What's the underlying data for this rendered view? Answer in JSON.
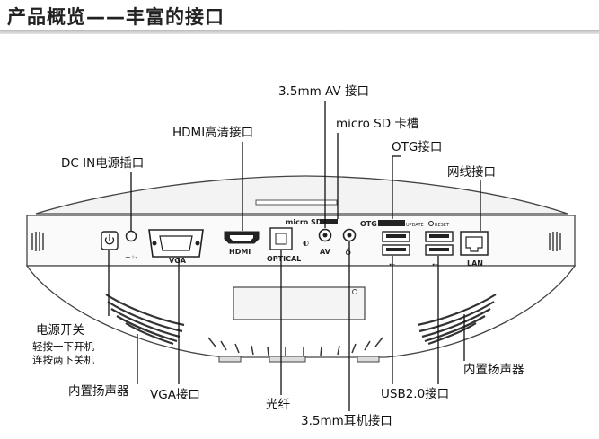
{
  "title": "产品概览——丰富的接口",
  "callouts": {
    "av": "3.5mm AV 接口",
    "microsd": "micro SD 卡槽",
    "hdmi": "HDMI高清接口",
    "otg": "OTG接口",
    "dcin": "DC IN电源插口",
    "lan": "网线接口",
    "power": "电源开关",
    "power_note1": "轻按一下开机",
    "power_note2": "连按两下关机",
    "speaker_left": "内置扬声器",
    "speaker_right": "内置扬声器",
    "vga": "VGA接口",
    "optical": "光纤",
    "earphone": "3.5mm耳机接口",
    "usb": "USB2.0接口"
  },
  "device_print": {
    "vga": "VGA",
    "hdmi": "HDMI",
    "optical": "OPTICAL",
    "microsd": "micro SD",
    "av": "AV",
    "otg": "OTG",
    "update": "UPDATE",
    "reset": "RESET",
    "lan": "LAN"
  }
}
